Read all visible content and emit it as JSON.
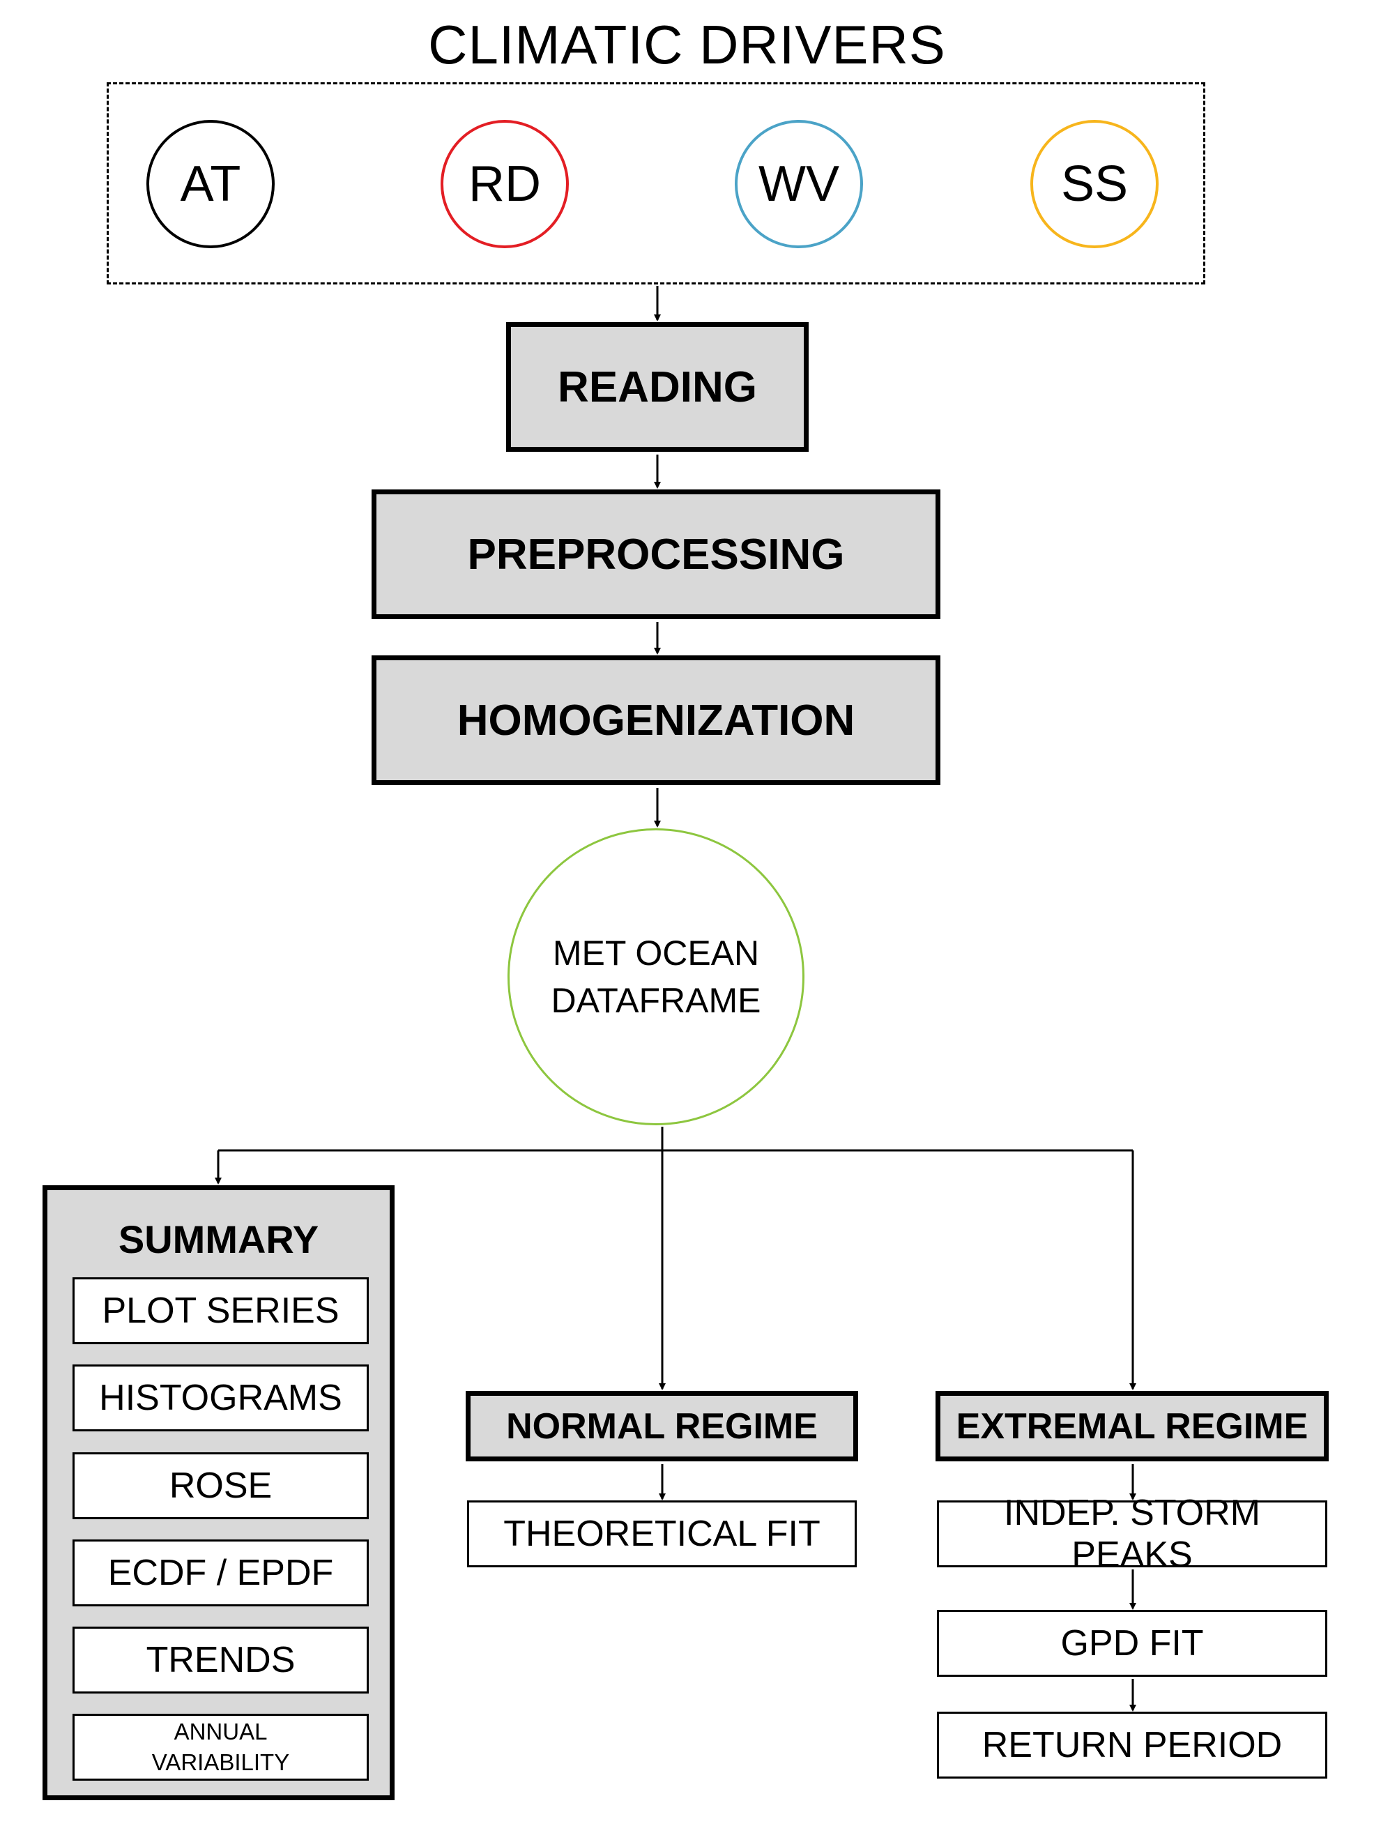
{
  "title": "CLIMATIC DRIVERS",
  "drivers": [
    {
      "label": "AT",
      "color": "#000000"
    },
    {
      "label": "RD",
      "color": "#e31e24"
    },
    {
      "label": "WV",
      "color": "#4ba3c7"
    },
    {
      "label": "SS",
      "color": "#f7b51c"
    }
  ],
  "stages": {
    "reading": "READING",
    "preprocessing": "PREPROCESSING",
    "homogenization": "HOMOGENIZATION"
  },
  "dataframe": {
    "line1": "MET OCEAN",
    "line2": "DATAFRAME",
    "color": "#8dc63f"
  },
  "summary": {
    "title": "SUMMARY",
    "items": [
      "PLOT SERIES",
      "HISTOGRAMS",
      "ROSE",
      "ECDF / EPDF",
      "TRENDS"
    ],
    "last_item": {
      "line1": "ANNUAL",
      "line2": "VARIABILITY"
    }
  },
  "normal_regime": {
    "title": "NORMAL REGIME",
    "steps": [
      "THEORETICAL FIT"
    ]
  },
  "extremal_regime": {
    "title": "EXTREMAL REGIME",
    "steps": [
      "INDEP. STORM PEAKS",
      "GPD FIT",
      "RETURN PERIOD"
    ]
  }
}
